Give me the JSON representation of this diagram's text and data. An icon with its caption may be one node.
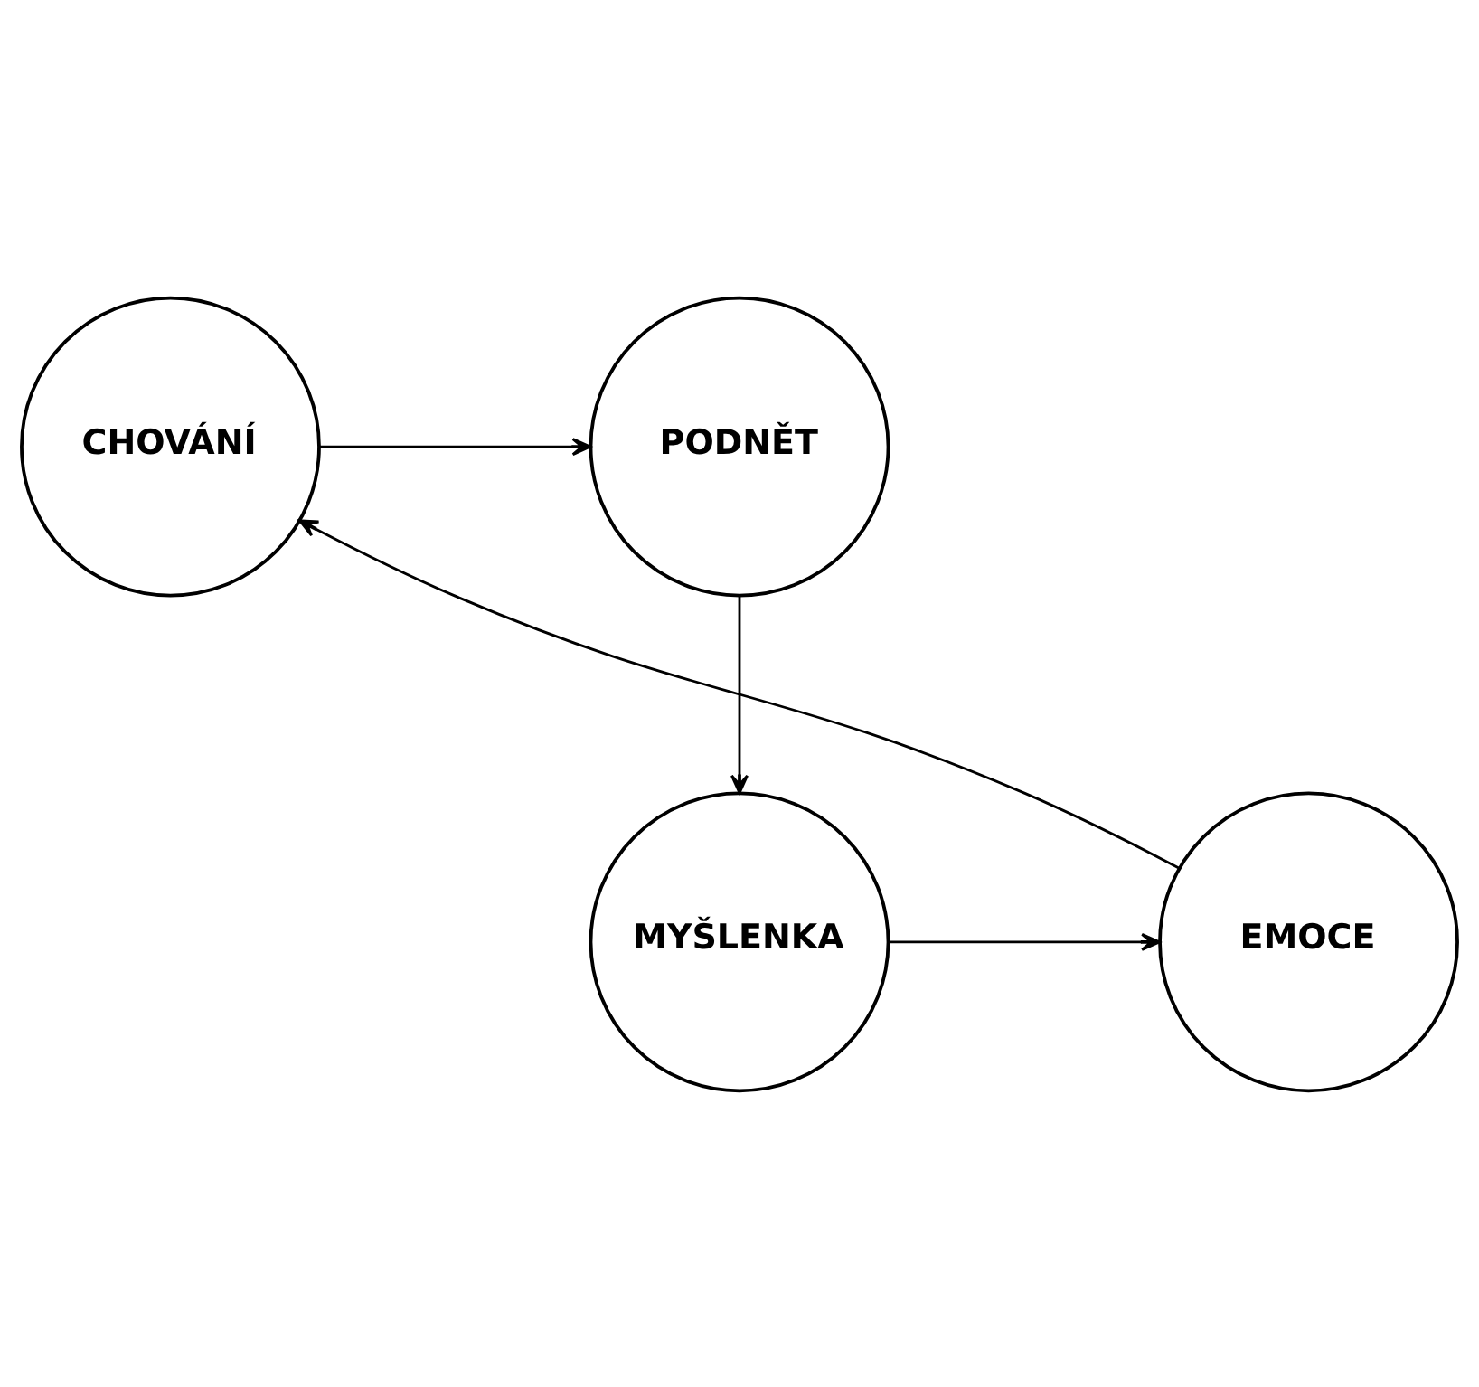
{
  "diagram": {
    "nodes": [
      {
        "text": [
          "PODNĚT"
        ]
      },
      {
        "text": [
          "MYŠLENKA"
        ]
      },
      {
        "text": [
          "EMOCE"
        ]
      },
      {
        "text": [
          "CHOVÁNÍ"
        ]
      }
    ],
    "edges": [
      {
        "from": 0,
        "to": 1,
        "arrow": "to"
      },
      {
        "from": 1,
        "to": 2,
        "arrow": "to"
      },
      {
        "from": 2,
        "to": 3,
        "arrow": "to"
      },
      {
        "from": 3,
        "to": 0,
        "arrow": "to"
      }
    ]
  }
}
